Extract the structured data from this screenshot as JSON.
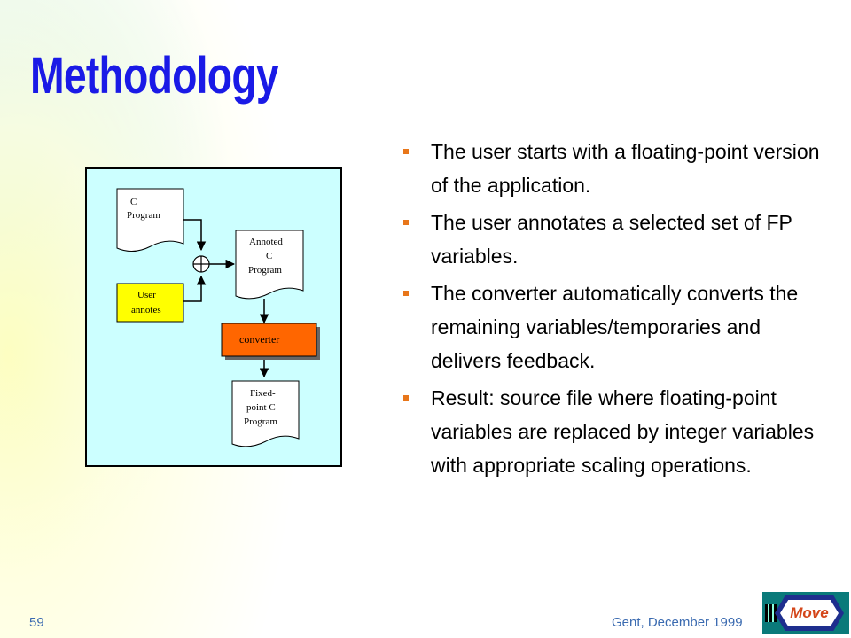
{
  "slide": {
    "title": "Methodology",
    "bullets": [
      "The user starts with a floating-point version of the application.",
      "The user annotates a selected set of FP variables.",
      "The converter automatically converts the remaining variables/temporaries and delivers feedback.",
      "Result: source file where floating-point variables are replaced by integer variables with appropriate scaling operations."
    ],
    "page_number": "59",
    "footer": "Gent, December 1999"
  },
  "diagram": {
    "c_program": [
      "C",
      "Program"
    ],
    "user_annotes": [
      "User",
      "annotes"
    ],
    "annoted_program": [
      "Annoted",
      "C",
      "Program"
    ],
    "converter": "converter",
    "fixed_point_program": [
      "Fixed-",
      "point C",
      "Program"
    ]
  },
  "nav": {
    "move_label": "Move"
  },
  "colors": {
    "title": "#1a1ae6",
    "bullet": "#e8761a",
    "diagram_bg": "#ccffff",
    "user_box": "#ffff00",
    "converter_box": "#ff6600"
  }
}
